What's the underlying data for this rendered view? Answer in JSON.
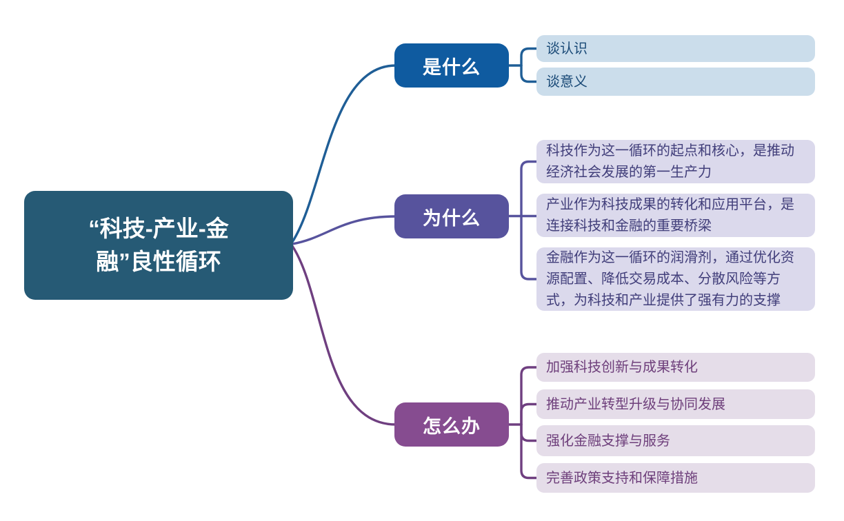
{
  "root": {
    "label": "“科技-产业-金融”良性循环"
  },
  "branches": [
    {
      "label": "是什么",
      "children": [
        {
          "label": "谈认识"
        },
        {
          "label": "谈意义"
        }
      ]
    },
    {
      "label": "为什么",
      "children": [
        {
          "label": "科技作为这一循环的起点和核心，是推动经济社会发展的第一生产力"
        },
        {
          "label": "产业作为科技成果的转化和应用平台，是连接科技和金融的重要桥梁"
        },
        {
          "label": "金融作为这一循环的润滑剂，通过优化资源配置、降低交易成本、分散风险等方式，为科技和产业提供了强有力的支撑"
        }
      ]
    },
    {
      "label": "怎么办",
      "children": [
        {
          "label": "加强科技创新与成果转化"
        },
        {
          "label": "推动产业转型升级与协同发展"
        },
        {
          "label": "强化金融支撑与服务"
        },
        {
          "label": "完善政策支持和保障措施"
        }
      ]
    }
  ],
  "colors": {
    "root_fill": "#265A75",
    "branch_what_fill": "#0F5BA0",
    "branch_why_fill": "#57539D",
    "branch_how_fill": "#864C90",
    "leaf_what_fill": "#CBDDEB",
    "leaf_what_text": "#1A4A77",
    "leaf_why_fill": "#DBD9EC",
    "leaf_why_text": "#413E7A",
    "leaf_how_fill": "#E5DDE9",
    "leaf_how_text": "#6E3F7B",
    "line_what": "#1F5E96",
    "line_why": "#57539D",
    "line_how": "#6F3F80"
  }
}
